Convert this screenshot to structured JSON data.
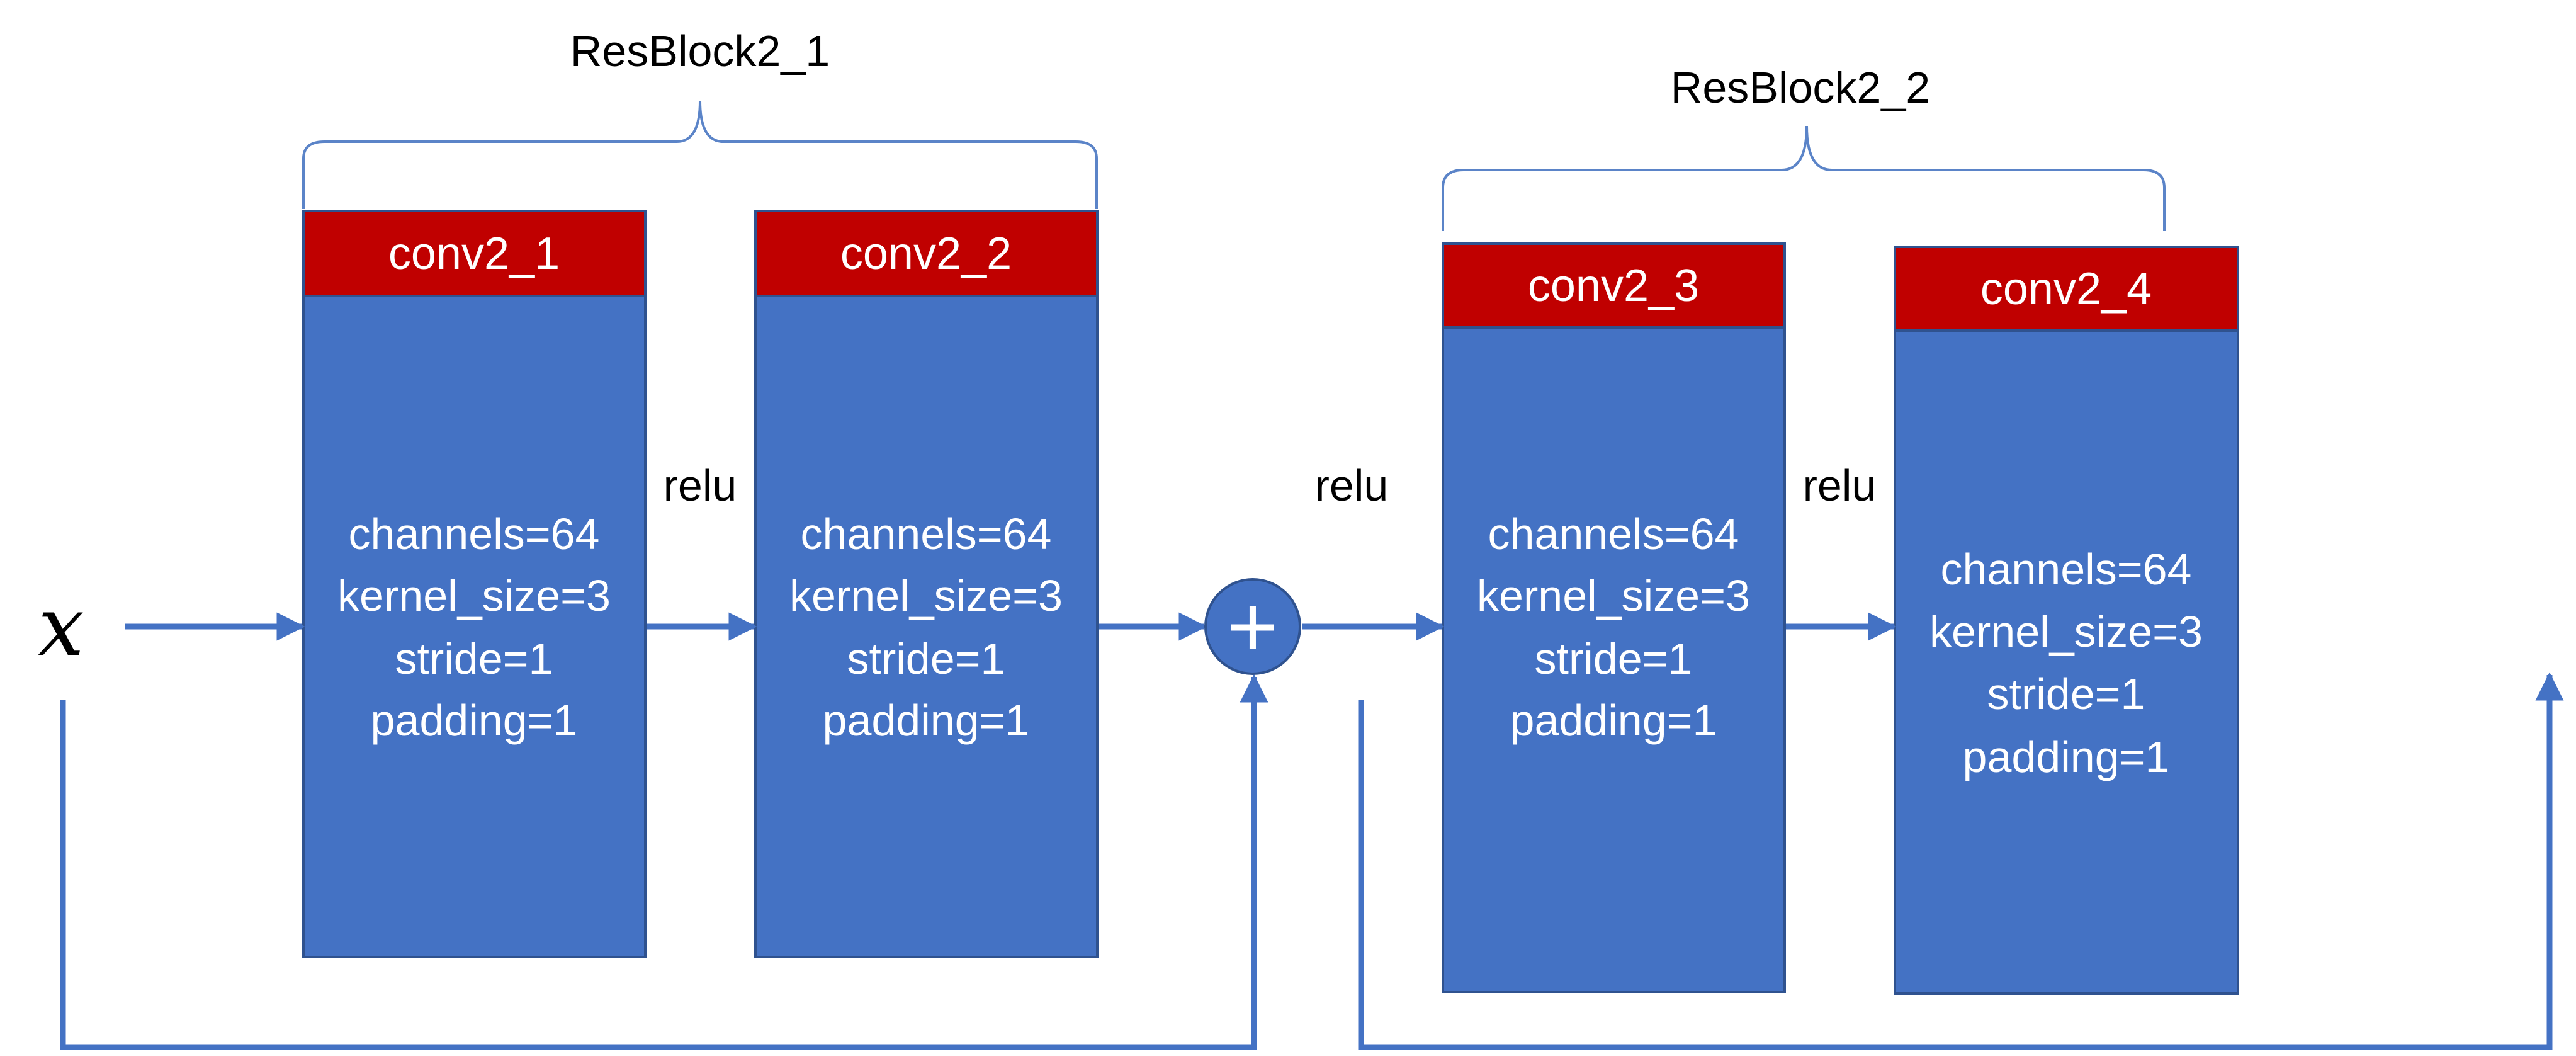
{
  "colors": {
    "block_fill": "#4472C4",
    "block_stroke": "#2F528F",
    "header_fill": "#C00000",
    "line": "#4472C4",
    "brace": "#5B84C8"
  },
  "input": {
    "label": "x"
  },
  "groups": [
    {
      "label": "ResBlock2_1"
    },
    {
      "label": "ResBlock2_2"
    }
  ],
  "blocks": [
    {
      "title": "conv2_1",
      "params": [
        "channels=64",
        "kernel_size=3",
        "stride=1",
        "padding=1"
      ]
    },
    {
      "title": "conv2_2",
      "params": [
        "channels=64",
        "kernel_size=3",
        "stride=1",
        "padding=1"
      ]
    },
    {
      "title": "conv2_3",
      "params": [
        "channels=64",
        "kernel_size=3",
        "stride=1",
        "padding=1"
      ]
    },
    {
      "title": "conv2_4",
      "params": [
        "channels=64",
        "kernel_size=3",
        "stride=1",
        "padding=1"
      ]
    }
  ],
  "activations": [
    {
      "label": "relu"
    },
    {
      "label": "relu"
    },
    {
      "label": "relu"
    }
  ],
  "sum_node": {
    "symbol": "+",
    "icon": "plus-icon"
  }
}
